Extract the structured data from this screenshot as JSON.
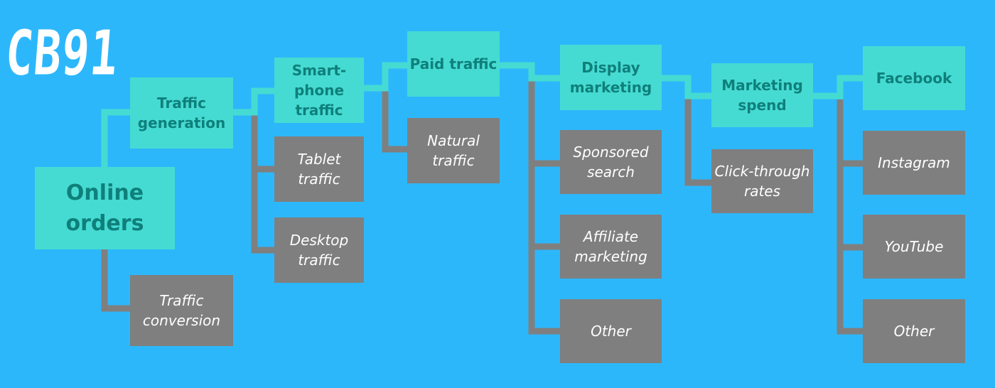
{
  "logo_text": "CB91",
  "colors": {
    "background": "#2DB7FB",
    "teal_box": "#45DBD3",
    "teal_text": "#0F7F7A",
    "gray_box": "#7F7F7F",
    "connector": "#7F7F7F",
    "connector_highlight": "#45DBD3"
  },
  "nodes": {
    "online_orders": "Online\norders",
    "traffic_generation": "Traffic\ngeneration",
    "traffic_conversion": "Traffic\nconversion",
    "smartphone_traffic": "Smart-\nphone\ntraffic",
    "tablet_traffic": "Tablet\ntraffic",
    "desktop_traffic": "Desktop\ntraffic",
    "paid_traffic": "Paid traffic",
    "natural_traffic": "Natural\ntraffic",
    "display_marketing": "Display\nmarketing",
    "sponsored_search": "Sponsored\nsearch",
    "affiliate_marketing": "Affiliate\nmarketing",
    "display_other": "Other",
    "marketing_spend": "Marketing\nspend",
    "click_through_rates": "Click-through\nrates",
    "facebook": "Facebook",
    "instagram": "Instagram",
    "youtube": "YouTube",
    "social_other": "Other"
  }
}
